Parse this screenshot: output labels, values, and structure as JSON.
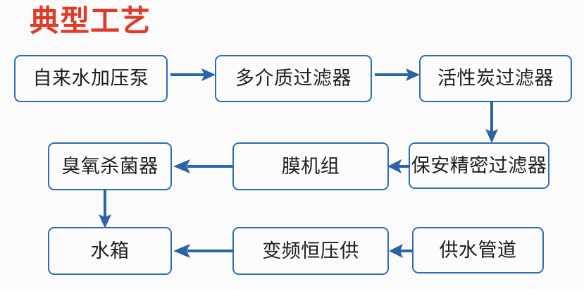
{
  "diagram": {
    "title": "典型工艺",
    "title_color": "#e03a28",
    "box_border_color": "#2f6cb5",
    "arrow_color": "#2d63a6",
    "background_color": "#fbfbfb",
    "nodes": [
      {
        "id": "raw-water-pump",
        "label": "自来水加压泵",
        "row": 1,
        "col": 1
      },
      {
        "id": "multimedia-filter",
        "label": "多介质过滤器",
        "row": 1,
        "col": 2
      },
      {
        "id": "activated-carbon",
        "label": "活性炭过滤器",
        "row": 1,
        "col": 3
      },
      {
        "id": "security-filter",
        "label": "保安精密过滤器",
        "row": 2,
        "col": 3
      },
      {
        "id": "membrane-unit",
        "label": "膜机组",
        "row": 2,
        "col": 2
      },
      {
        "id": "ozone-sterilizer",
        "label": "臭氧杀菌器",
        "row": 2,
        "col": 1
      },
      {
        "id": "water-tank",
        "label": "水箱",
        "row": 3,
        "col": 1
      },
      {
        "id": "vfd-constant-press",
        "label": "变频恒压供",
        "row": 3,
        "col": 2
      },
      {
        "id": "supply-pipeline",
        "label": "供水管道",
        "row": 3,
        "col": 3
      }
    ],
    "connectors": [
      {
        "id": "pump-to-multimedia",
        "from": "raw-water-pump",
        "to": "multimedia-filter",
        "direction": "right"
      },
      {
        "id": "multimedia-to-carbon",
        "from": "multimedia-filter",
        "to": "activated-carbon",
        "direction": "right"
      },
      {
        "id": "carbon-to-security",
        "from": "activated-carbon",
        "to": "security-filter",
        "direction": "down"
      },
      {
        "id": "security-to-membrane",
        "from": "security-filter",
        "to": "membrane-unit",
        "direction": "left"
      },
      {
        "id": "membrane-to-ozone",
        "from": "membrane-unit",
        "to": "ozone-sterilizer",
        "direction": "left"
      },
      {
        "id": "ozone-to-tank",
        "from": "ozone-sterilizer",
        "to": "water-tank",
        "direction": "down"
      },
      {
        "id": "vfd-to-tank",
        "from": "vfd-constant-press",
        "to": "water-tank",
        "direction": "left"
      },
      {
        "id": "pipeline-to-vfd",
        "from": "supply-pipeline",
        "to": "vfd-constant-press",
        "direction": "left"
      }
    ]
  }
}
